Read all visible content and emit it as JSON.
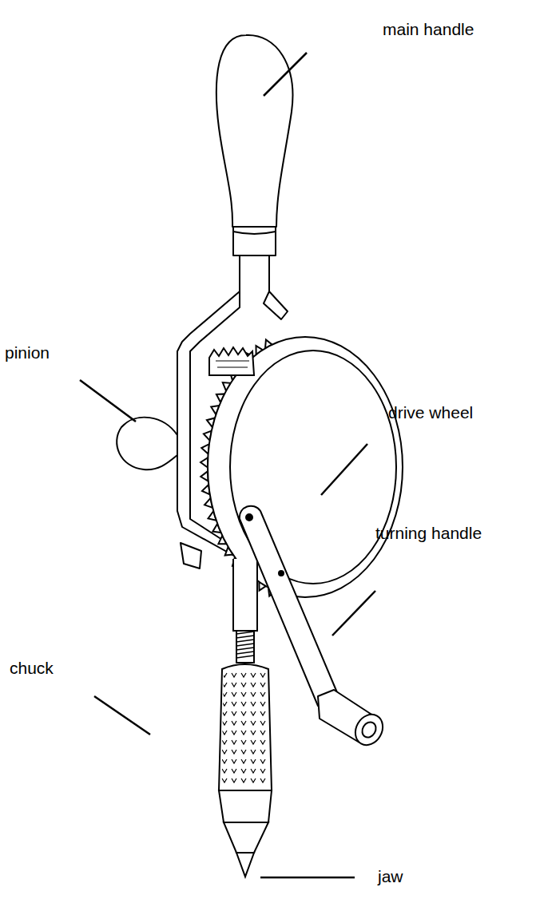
{
  "diagram": {
    "labels": [
      "main handle",
      "pinion",
      "drive wheel",
      "turning handle",
      "chuck",
      "jaw"
    ]
  }
}
